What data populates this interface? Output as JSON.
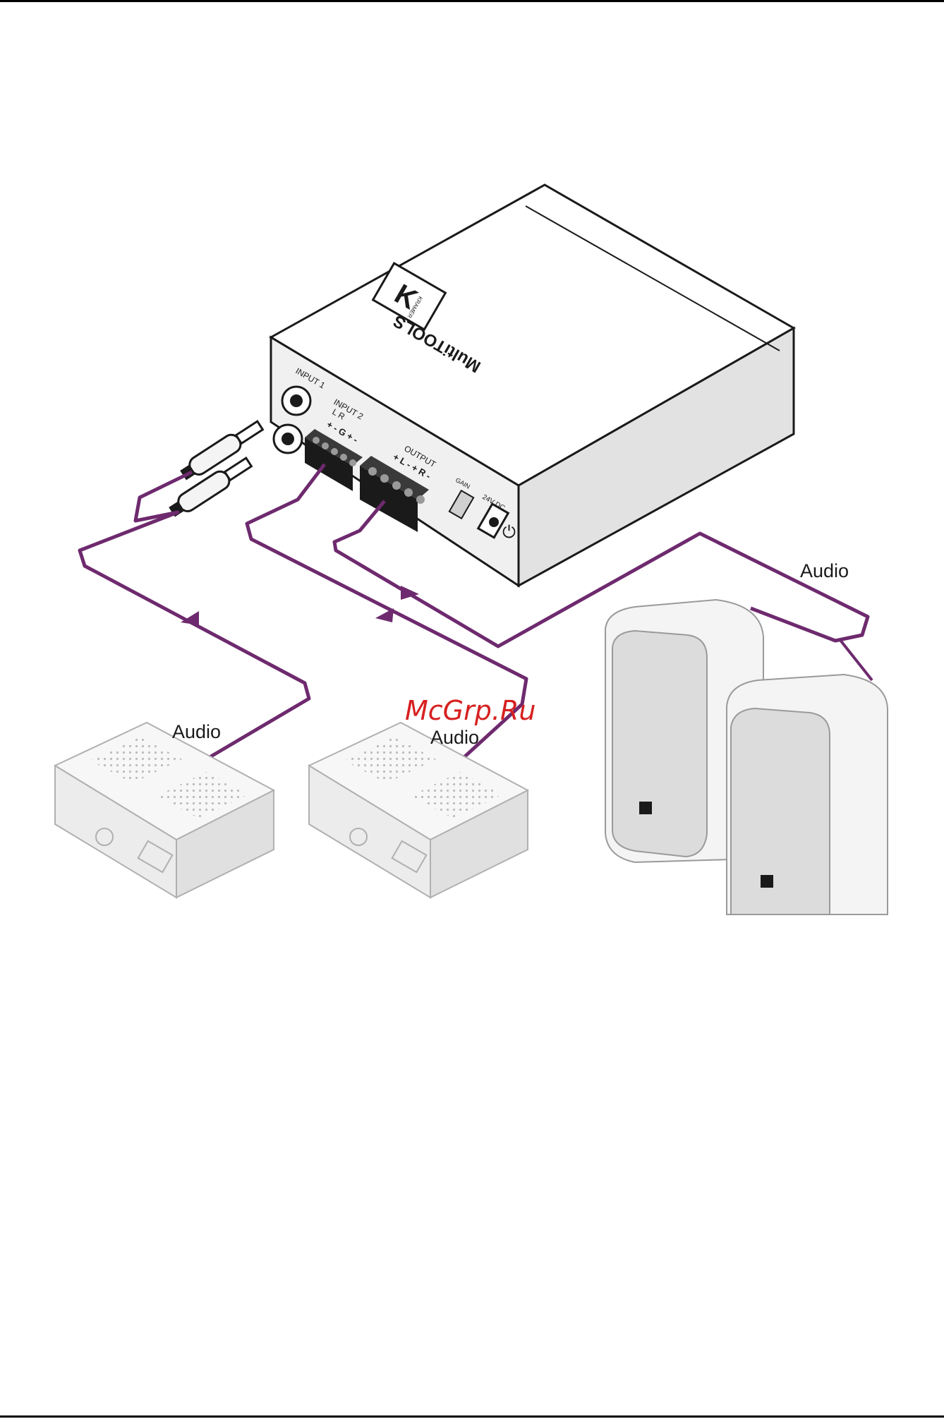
{
  "colors": {
    "cable": "#6e2a6e",
    "device_outline": "#1a1a1a",
    "device_face": "#e8e8e8",
    "speaker_fill": "#f2f2f2",
    "recorder_fill": "#efefef",
    "watermark": "#d62020"
  },
  "labels": {
    "audio_source_1": "Audio",
    "audio_source_2": "Audio",
    "audio_speakers": "Audio",
    "watermark": "McGrp.Ru"
  },
  "device": {
    "brand_text": "KRAMER",
    "model_text": "MultiTOOLS",
    "input1_label": "INPUT 1",
    "input2_label": "INPUT 2",
    "input2_lr": "L    R",
    "input2_pins": "+ - G + -",
    "output_label": "OUTPUT",
    "output_pins": "+ L - + R -",
    "gain_label": "GAIN",
    "power_label": "24V DC"
  }
}
